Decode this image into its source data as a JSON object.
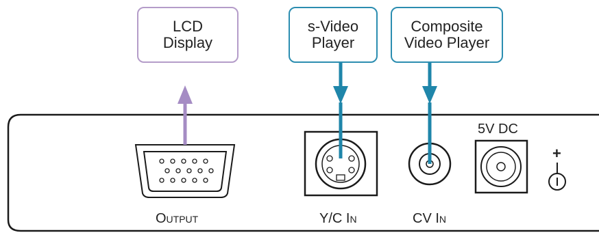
{
  "devices": {
    "lcd": {
      "line1": "LCD",
      "line2": "Display"
    },
    "svideo": {
      "line1": "s-Video",
      "line2": "Player"
    },
    "composite": {
      "line1": "Composite",
      "line2": "Video Player"
    }
  },
  "ports": {
    "output": "Output",
    "yc_in": "Y/C In",
    "cv_in": "CV In",
    "power": "5V DC",
    "plus": "+"
  },
  "colors": {
    "output_link": "#a58cc4",
    "input_link": "#1f86aa"
  }
}
